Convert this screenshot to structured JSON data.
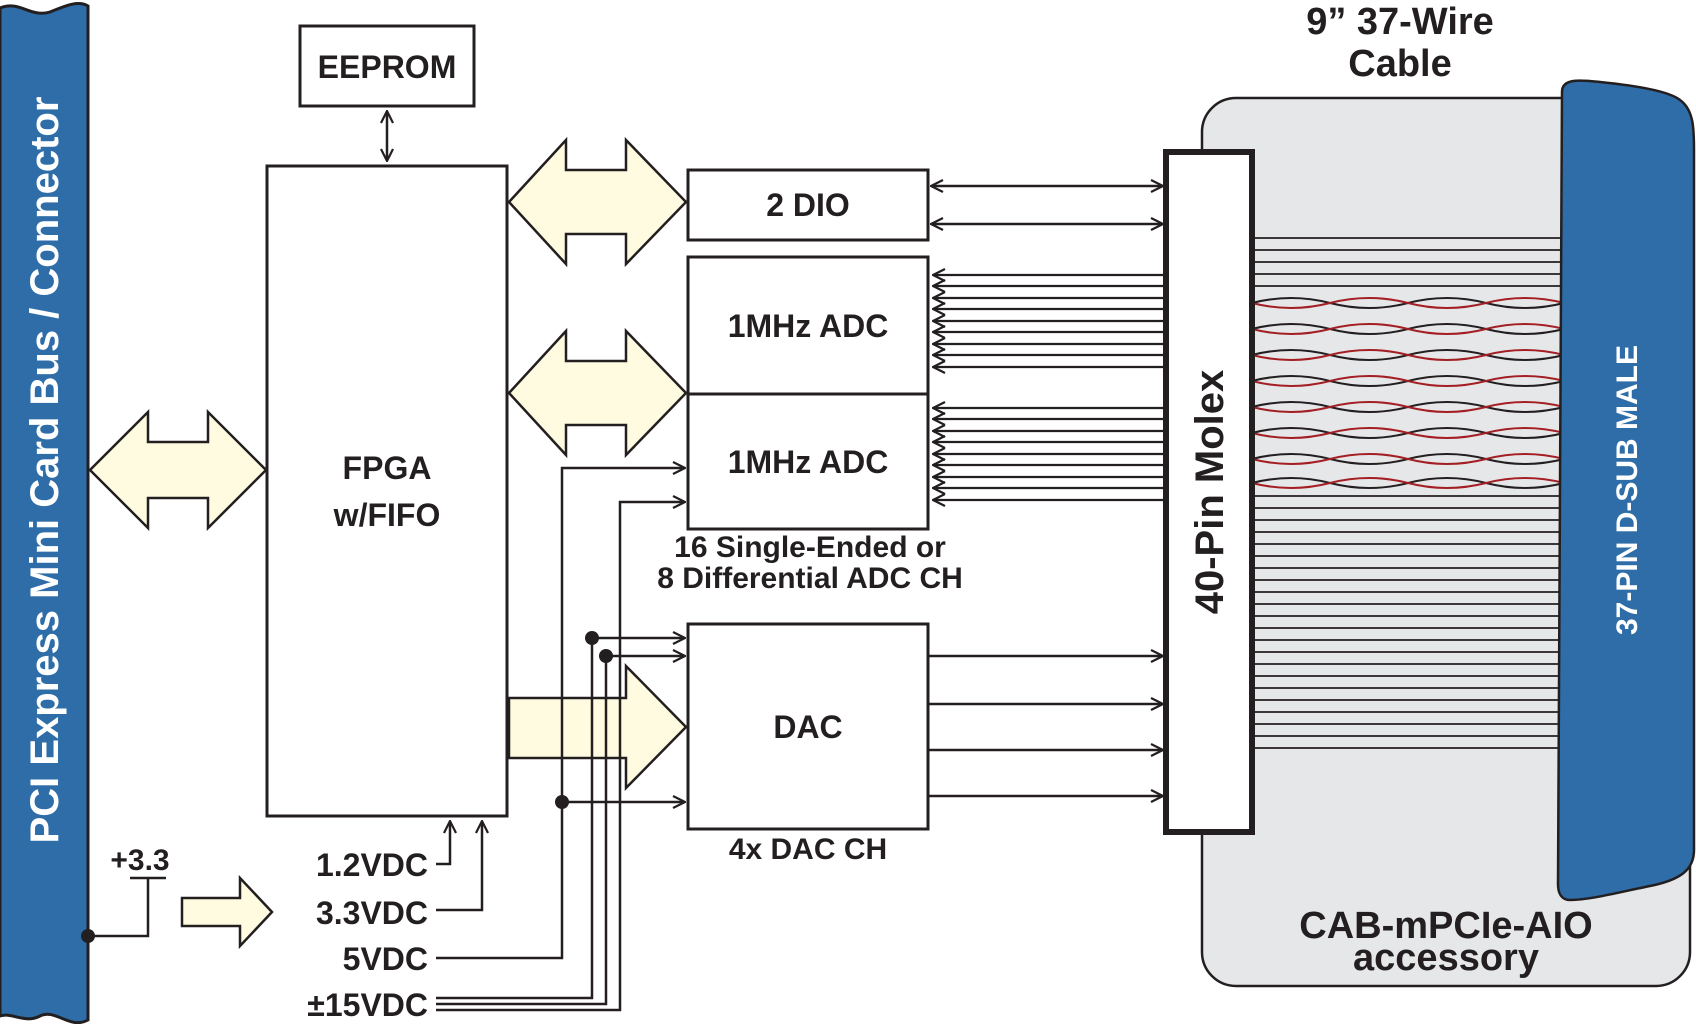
{
  "blocks": {
    "bus_connector": "PCI Express Mini Card Bus / Connector",
    "eeprom": "EEPROM",
    "fpga_line1": "FPGA",
    "fpga_line2": "w/FIFO",
    "dio": "2 DIO",
    "adc1": "1MHz ADC",
    "adc2": "1MHz ADC",
    "dac": "DAC",
    "molex": "40-Pin Molex",
    "dsub": "37-PIN D-SUB MALE"
  },
  "labels": {
    "cable_line1": "9” 37-Wire",
    "cable_line2": "Cable",
    "adc_ch_line1": "16 Single-Ended or",
    "adc_ch_line2": "8 Differential ADC CH",
    "dac_ch": "4x DAC CH",
    "accessory_line1": "CAB-mPCIe-AIO",
    "accessory_line2": "accessory",
    "supply_in": "+3.3"
  },
  "power_rails": [
    {
      "label": "1.2VDC"
    },
    {
      "label": "3.3VDC"
    },
    {
      "label": "5VDC"
    },
    {
      "label": "±15VDC"
    }
  ],
  "colors": {
    "connector_blue": "#2e6da8",
    "bus_arrow_fill": "#fffbe1",
    "accessory_fill": "#e6e7e8",
    "twisted_red": "#a31f24",
    "line": "#231f20"
  }
}
